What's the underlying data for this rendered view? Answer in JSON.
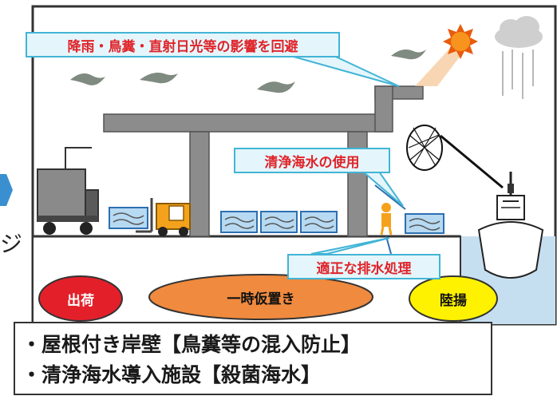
{
  "callouts": {
    "weather": "降雨・鳥糞・直射日光等の影響を回避",
    "clean_water": "清浄海水の使用",
    "drainage": "適正な排水処理"
  },
  "zones": {
    "shipping": "出荷",
    "temporary_storage": "一時仮置き",
    "landing": "陸揚"
  },
  "left_fragment": "ジ",
  "summary": [
    "・屋根付き岸壁【鳥糞等の混入防止】",
    "・清浄海水導入施設【殺菌海水】"
  ],
  "colors": {
    "callout_border": "#42b4d6",
    "callout_fill": "#e4f6fb",
    "callout_text": "#e0242a",
    "shipping_zone": "#e3202a",
    "storage_zone": "#f08a3e",
    "landing_zone": "#fff200",
    "sea": "#c6dff0",
    "roof": "#8c8c8c"
  }
}
